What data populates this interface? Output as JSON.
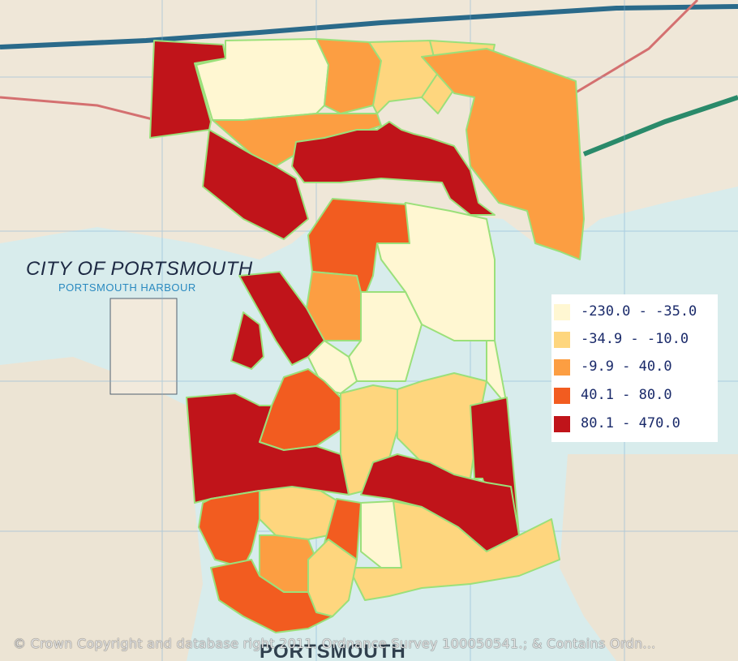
{
  "map": {
    "place_labels": {
      "city": "CITY OF PORTSMOUTH",
      "harbour": "PORTSMOUTH HARBOUR",
      "town": "PORTSMOUTH"
    },
    "copyright": "© Crown Copyright and database right 2011. Ordnance Survey 100050541.; & Contains Ordn..."
  },
  "legend": {
    "items": [
      {
        "label": "-230.0 - -35.0",
        "color": "#fff7d2"
      },
      {
        "label": "-34.9 - -10.0",
        "color": "#fed67e"
      },
      {
        "label": "-9.9 - 40.0",
        "color": "#fc9e42"
      },
      {
        "label": "40.1 - 80.0",
        "color": "#f25c20"
      },
      {
        "label": "80.1 - 470.0",
        "color": "#c0141a"
      }
    ]
  },
  "colors": {
    "sea": "#d8ecec",
    "land": "#efe7d8",
    "boundary": "#9be07a"
  }
}
